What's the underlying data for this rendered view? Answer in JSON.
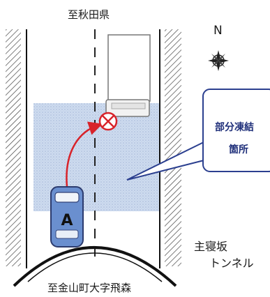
{
  "labels": {
    "north": "N",
    "to_north": "至秋田県",
    "to_south": "至金山町大字飛森",
    "callout_line1": "部分凍結",
    "callout_line2": "箇所",
    "tunnel_line1": "主寝坂",
    "tunnel_line2": "トンネル"
  },
  "vehicle": {
    "label": "A"
  },
  "colors": {
    "frozen_area": "#c9d8ec",
    "vehicle_fill": "#6a8fcf",
    "path_arrow": "#d8232a",
    "callout_border": "#2b3f8f"
  },
  "icons": [
    "compass-rose-icon",
    "cross-circle-icon"
  ]
}
